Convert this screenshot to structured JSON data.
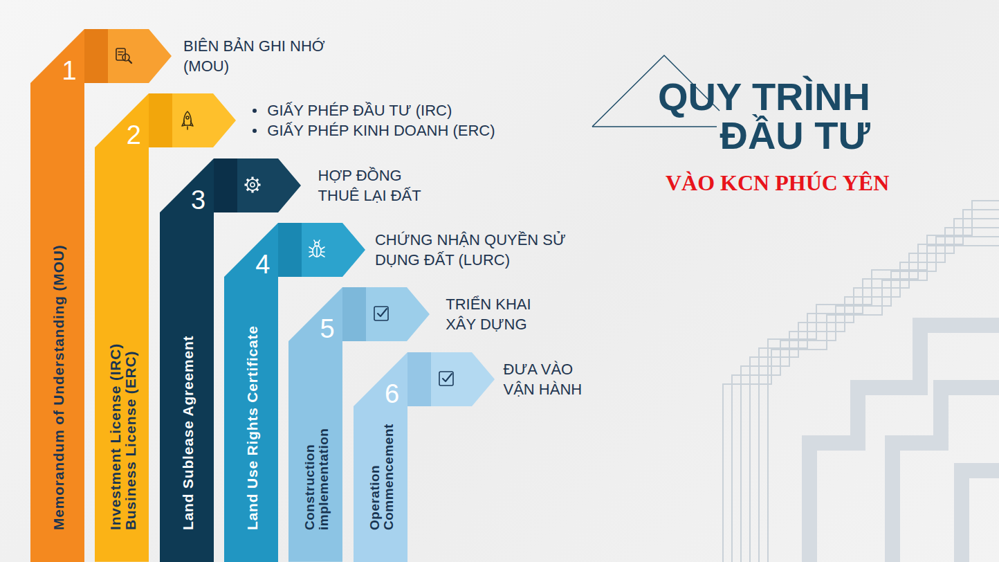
{
  "diagram": {
    "title": "QUY TRÌNH ĐẦU TƯ",
    "nodes": [
      {
        "text": [
          "1",
          "Memorandum of Understanding (MOU)",
          "BIÊN BẢN GHI NHỚ (MOU)"
        ]
      },
      {
        "text": [
          "2",
          "Investment License (IRC) Business License (ERC)",
          "GIẤY PHÉP ĐẦU TƯ (IRC)",
          "GIẤY PHÉP KINH DOANH (ERC)"
        ]
      },
      {
        "text": [
          "3",
          "Land Sublease Agreement",
          "HỢP ĐỒNG THUÊ LẠI ĐẤT"
        ]
      },
      {
        "text": [
          "4",
          "Land Use Rights Certificate",
          "CHỨNG NHẬN QUYỀN SỬ DỤNG ĐẤT (LURC)"
        ]
      },
      {
        "text": [
          "5",
          "Construction implementation",
          "TRIỂN KHAI XÂY DỰNG"
        ]
      },
      {
        "text": [
          "6",
          "Operation Commencement",
          "ĐƯA VÀO VẬN HÀNH"
        ]
      }
    ],
    "labels": [
      "VÀO KCN PHÚC YÊN"
    ]
  }
}
